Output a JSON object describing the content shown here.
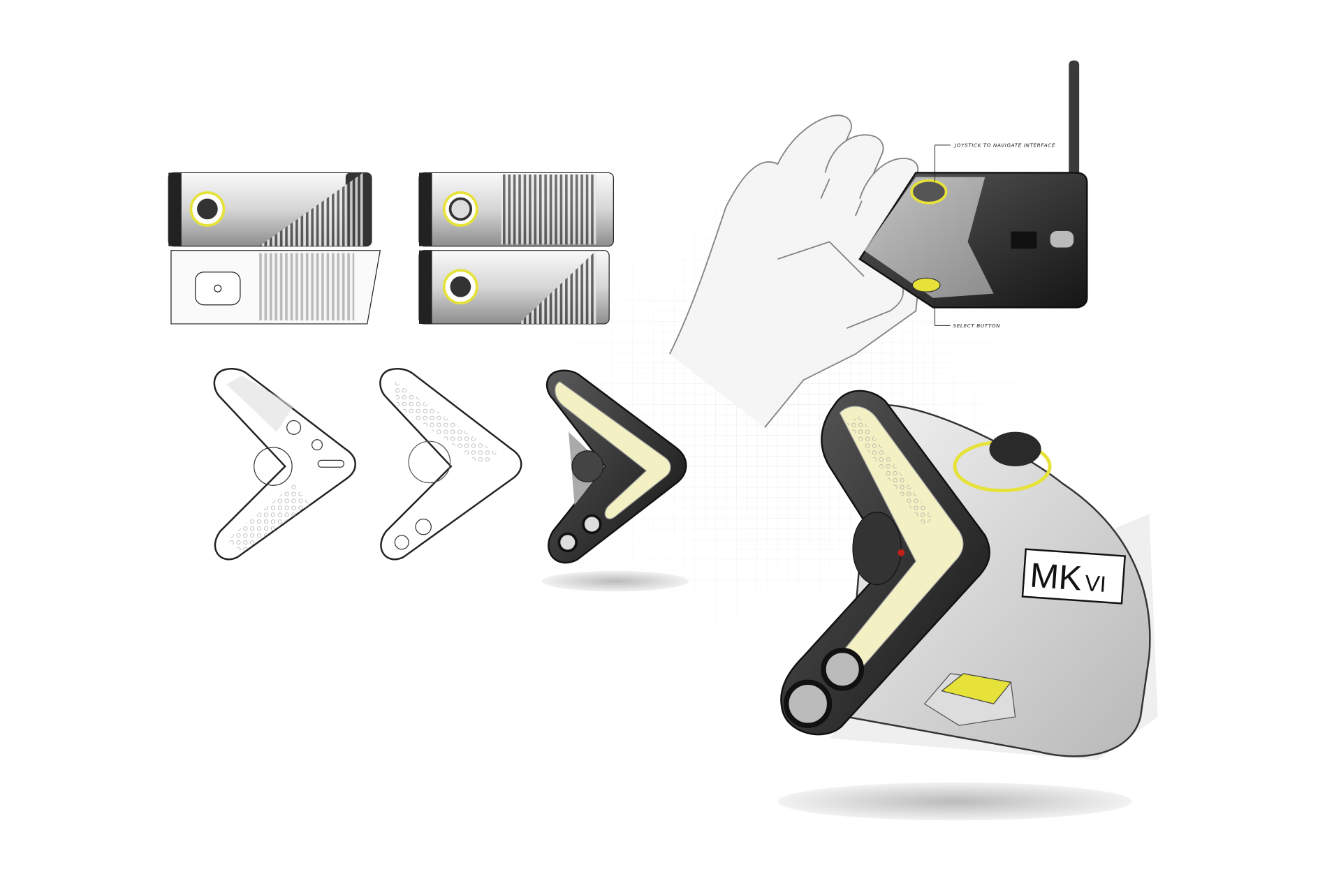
{
  "annotations": {
    "joystick": "JOYSTICK TO NAVIGATE INTERFACE",
    "select": "SELECT BUTTON"
  },
  "device_badge": {
    "mk": "MK",
    "vi": "VI"
  },
  "colors": {
    "accent_yellow": "#e6e23a",
    "pad_cream": "#f3f1c4",
    "body_dark": "#2b2b2b",
    "body_light": "#e4e4e4",
    "laser_red": "#c0201c"
  }
}
